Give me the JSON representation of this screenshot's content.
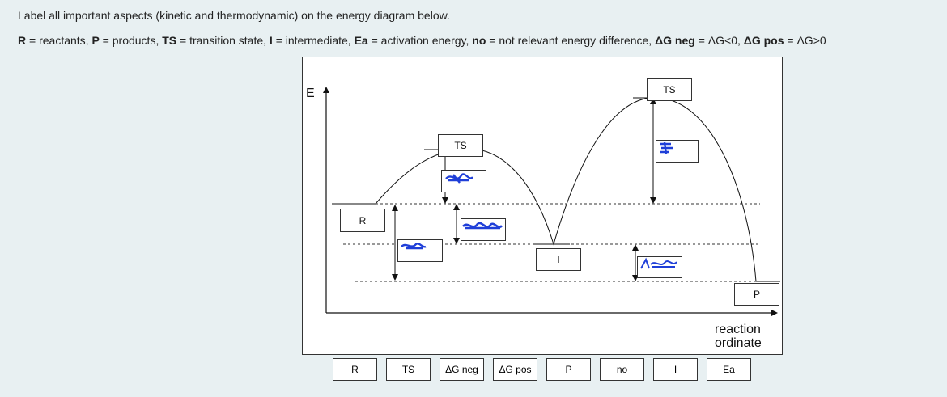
{
  "instructions": {
    "line1": "Label all important aspects (kinetic and thermodynamic) on the energy diagram below.",
    "legend": [
      {
        "key": "R",
        "text": " = reactants, "
      },
      {
        "key": "P",
        "text": " = products, "
      },
      {
        "key": "TS",
        "text": " = transition state, "
      },
      {
        "key": "I",
        "text": " = intermediate, "
      },
      {
        "key": "Ea",
        "text": " = activation energy, "
      },
      {
        "key": "no",
        "text": " = not relevant energy difference, "
      },
      {
        "key": "ΔG neg",
        "text": " = ΔG<0, "
      },
      {
        "key": "ΔG pos",
        "text": " = ΔG>0"
      }
    ]
  },
  "diagram": {
    "y_axis_label": "E",
    "x_axis_label_line1": "reaction",
    "x_axis_label_line2": "ordinate",
    "placed_labels": {
      "ts1": "TS",
      "ts2": "TS",
      "r": "R",
      "i": "I",
      "p": "P"
    }
  },
  "label_bank": [
    "R",
    "TS",
    "ΔG neg",
    "ΔG pos",
    "P",
    "no",
    "I",
    "Ea"
  ]
}
